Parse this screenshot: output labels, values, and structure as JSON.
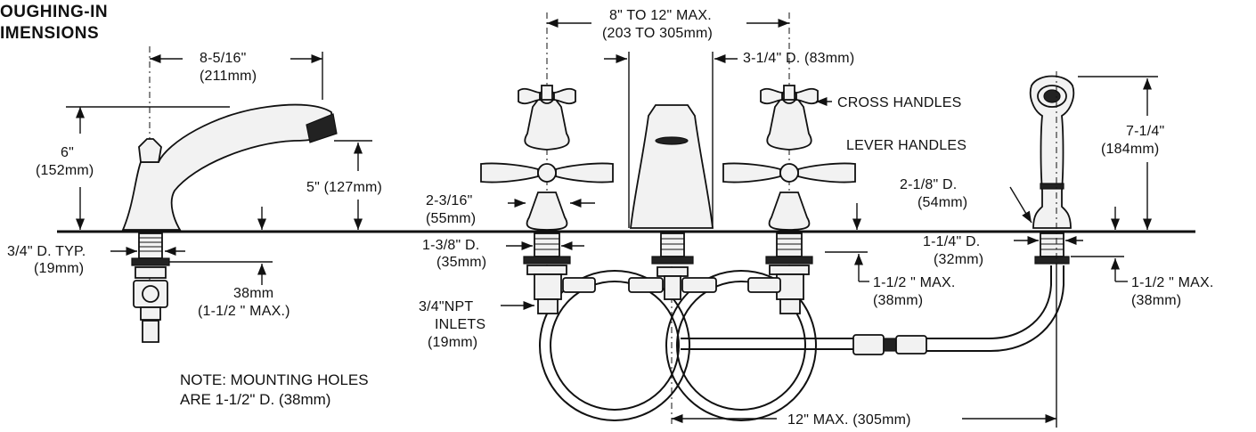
{
  "title": {
    "line1": "OUGHING-IN",
    "line2": "IMENSIONS"
  },
  "labels": {
    "spout_reach": "8-5/16\"",
    "spout_reach_mm": "(211mm)",
    "height_6": "6\"",
    "height_6_mm": "(152mm)",
    "spout_5": "5\" (127mm)",
    "shank_dia": "3/4\" D. TYP.",
    "shank_dia_mm": "(19mm)",
    "max_38": "38mm",
    "max_38_in": "(1-1/2 \" MAX.)",
    "spread": "8\" TO 12\" MAX.",
    "spread_mm": "(203 TO 305mm)",
    "spout_base_dia": "3-1/4\" D. (83mm)",
    "cross_handles": "CROSS HANDLES",
    "lever_handles": "LEVER HANDLES",
    "valve_base": "2-3/16\"",
    "valve_base_mm": "(55mm)",
    "valve_shank": "1-3/8\" D.",
    "valve_shank_mm": "(35mm)",
    "valve_max": "1-1/2 \" MAX.",
    "valve_max_mm": "(38mm)",
    "inlets_1": "3/4\"NPT",
    "inlets_2": "INLETS",
    "inlets_mm": "(19mm)",
    "note_1": "NOTE: MOUNTING HOLES",
    "note_2": "ARE 1-1/2\" D. (38mm)",
    "hs_height": "7-1/4\"",
    "hs_height_mm": "(184mm)",
    "hs_base": "2-1/8\" D.",
    "hs_base_mm": "(54mm)",
    "hs_shank": "1-1/4\" D.",
    "hs_shank_mm": "(32mm)",
    "hs_max": "1-1/2 \" MAX.",
    "hs_max_mm": "(38mm)",
    "hose_max": "12\" MAX. (305mm)"
  }
}
